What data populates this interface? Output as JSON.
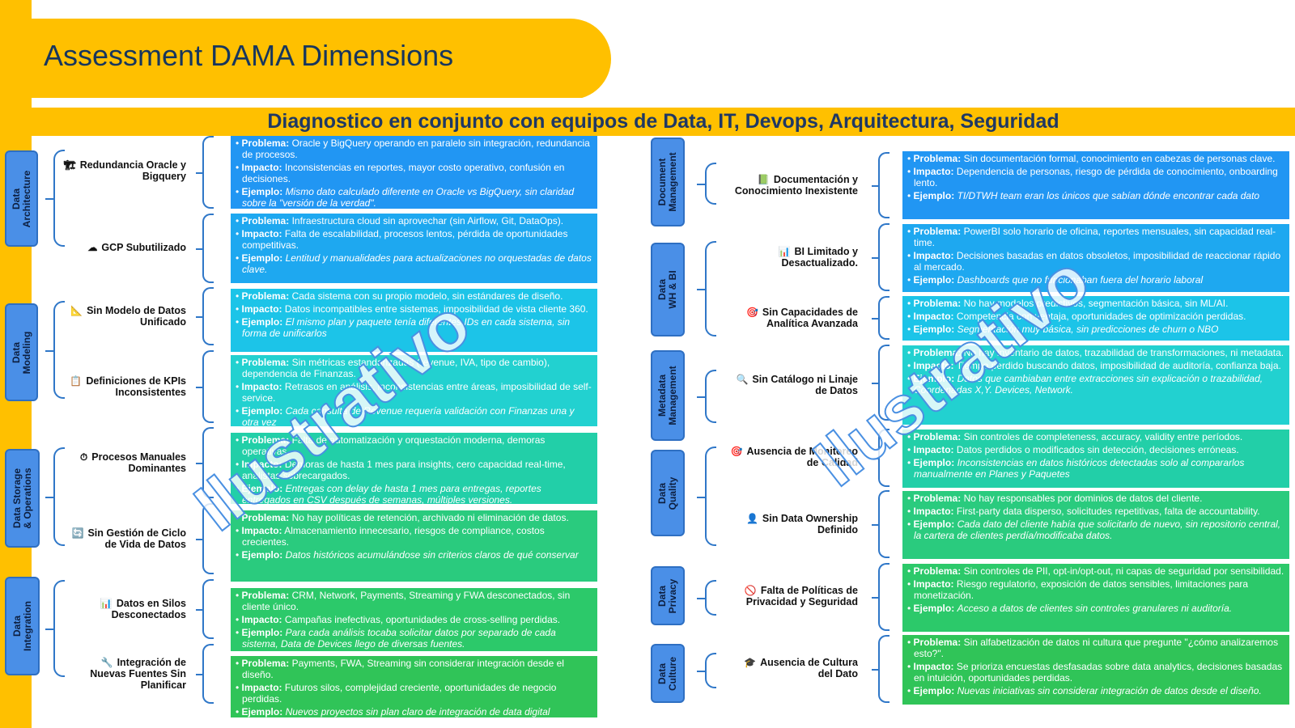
{
  "header": {
    "title": "Assessment DAMA Dimensions",
    "subtitle": "Diagnostico en conjunto con equipos de Data, IT, Devops, Arquitectura, Seguridad"
  },
  "watermark": "Ilustrativo",
  "colors": {
    "accent_yellow": "#FFC000",
    "title_navy": "#17365D",
    "dimension_blue": "#4A8FE7",
    "bracket_blue": "#2F77C8"
  },
  "left": {
    "dimensions": [
      {
        "label": "Data\nArchitecture"
      },
      {
        "label": "Data\nModeling"
      },
      {
        "label": "Data Storage\n& Operations"
      },
      {
        "label": "Data\nIntegration"
      }
    ],
    "issues": [
      {
        "icon": "🏗",
        "title": "Redundancia Oracle y\nBigquery",
        "card_color": "#2196F3",
        "problema": "Oracle y BigQuery operando en paralelo sin integración, redundancia de procesos.",
        "impacto": "Inconsistencias en reportes, mayor costo operativo, confusión en decisiones.",
        "ejemplo": "Mismo dato calculado diferente en Oracle vs BigQuery, sin claridad sobre la \"versión de la verdad\"."
      },
      {
        "icon": "☁",
        "title": "GCP Subutilizado",
        "card_color": "#1EA8F0",
        "problema": "Infraestructura cloud sin aprovechar (sin Airflow, Git, DataOps).",
        "impacto": "Falta de escalabilidad, procesos lentos, pérdida de oportunidades competitivas.",
        "ejemplo": "Lentitud y manualidades para actualizaciones no orquestadas de datos clave."
      },
      {
        "icon": "📐",
        "title": "Sin Modelo de Datos\nUnificado",
        "card_color": "#1CC4E8",
        "problema": "Cada sistema con su propio modelo, sin estándares de diseño.",
        "impacto": "Datos incompatibles entre sistemas, imposibilidad de vista cliente 360.",
        "ejemplo": "El mismo plan y paquete tenía diferentes IDs en cada sistema, sin forma de unificarlos"
      },
      {
        "icon": "📋",
        "title": "Definiciones de KPIs\nInconsistentes",
        "card_color": "#22D1D0",
        "problema": "Sin métricas estandarizadas (revenue, IVA, tipo de cambio), dependencia de Finanzas.",
        "impacto": "Retrasos en análisis, inconsistencias entre áreas, imposibilidad de self-service.",
        "ejemplo": "Cada consulta de Revenue requería validación con Finanzas una y otra vez"
      },
      {
        "icon": "⏱",
        "title": "Procesos Manuales\nDominantes",
        "card_color": "#22CFA8",
        "problema": "Falta de automatización y orquestación moderna, demoras operativas.",
        "impacto": "Demoras de hasta 1 mes para insights, cero capacidad real-time, analistas sobrecargados.",
        "ejemplo": "Entregas con delay de hasta 1 mes para entregas, reportes entregados en CSV después de semanas, múltiples versiones."
      },
      {
        "icon": "🔄",
        "title": "Sin Gestión de Ciclo\nde Vida de Datos",
        "card_color": "#2ACB7E",
        "problema": "No hay políticas de retención, archivado ni eliminación de datos.",
        "impacto": "Almacenamiento innecesario, riesgos de compliance, costos crecientes.",
        "ejemplo": "Datos históricos acumulándose sin criterios claros de qué conservar"
      },
      {
        "icon": "📊",
        "title": "Datos en Silos\nDesconectados",
        "card_color": "#2CC96A",
        "problema": "CRM, Network, Payments, Streaming y FWA desconectados, sin cliente único.",
        "impacto": "Campañas inefectivas, oportunidades de cross-selling perdidas.",
        "ejemplo": "Para cada análisis tocaba solicitar datos por separado de cada sistema, Data de Devices llego de diversas fuentes."
      },
      {
        "icon": "🔧",
        "title": "Integración de\nNuevas Fuentes Sin\nPlanificar",
        "card_color": "#30C458",
        "problema": "Payments, FWA, Streaming sin considerar integración desde el diseño.",
        "impacto": "Futuros silos, complejidad creciente, oportunidades de negocio perdidas.",
        "ejemplo": "Nuevos proyectos sin plan claro de integración de data digital"
      }
    ]
  },
  "right": {
    "dimensions": [
      {
        "label": "Document\nManagement"
      },
      {
        "label": "Data\nWH & BI"
      },
      {
        "label": "Metadata\nManagement"
      },
      {
        "label": "Data\nQuality"
      },
      {
        "label": "Data\nPrivacy"
      },
      {
        "label": "Data\nCulture"
      }
    ],
    "issues": [
      {
        "icon": "📗",
        "title": "Documentación y\nConocimiento Inexistente",
        "card_color": "#2196F3",
        "problema": "Sin documentación formal, conocimiento en cabezas de personas clave.",
        "impacto": "Dependencia de personas, riesgo de pérdida de conocimiento, onboarding lento.",
        "ejemplo": "TI/DTWH team eran los únicos que sabían dónde encontrar cada dato"
      },
      {
        "icon": "📊",
        "title": "BI Limitado y\nDesactualizado.",
        "card_color": "#1EA8F0",
        "problema": "PowerBI solo horario de oficina, reportes mensuales, sin capacidad real-time.",
        "impacto": "Decisiones basadas en datos obsoletos, imposibilidad de reaccionar rápido al mercado.",
        "ejemplo": "Dashboards que no funcionaban fuera del horario laboral"
      },
      {
        "icon": "🎯",
        "title": "Sin Capacidades de\nAnalítica Avanzada",
        "card_color": "#1CC4E8",
        "problema": "No hay modelos predictivos, segmentación básica, sin ML/AI.",
        "impacto": "Competencia con ventaja, oportunidades de optimización perdidas.",
        "ejemplo": "Segmentación muy básica, sin predicciones de churn o NBO"
      },
      {
        "icon": "🔍",
        "title": "Sin Catálogo ni Linaje\nde Datos",
        "card_color": "#22D1D0",
        "problema": "No hay inventario de datos, trazabilidad de transformaciones, ni metadata.",
        "impacto": "Tiempo perdido buscando datos, imposibilidad de auditoría, confianza baja.",
        "ejemplo": "Datos que cambiaban entre extracciones sin explicación o trazabilidad, Coordenadas X,Y. Devices, Network."
      },
      {
        "icon": "🎯",
        "title": "Ausencia de Monitoreo\nde Calidad",
        "card_color": "#22CFA8",
        "problema": "Sin controles de completeness, accuracy, validity entre períodos.",
        "impacto": "Datos perdidos o modificados sin detección, decisiones erróneas.",
        "ejemplo": "Inconsistencias en datos históricos detectadas solo al compararlos manualmente en Planes y Paquetes"
      },
      {
        "icon": "👤",
        "title": "Sin Data Ownership\nDefinido",
        "card_color": "#2ACB7E",
        "problema": "No hay responsables por dominios de datos del cliente.",
        "impacto": "First-party data disperso, solicitudes repetitivas, falta de accountability.",
        "ejemplo": "Cada dato del cliente había que solicitarlo de nuevo, sin repositorio central, la cartera de clientes perdía/modificaba datos."
      },
      {
        "icon": "🚫",
        "title": "Falta de Políticas de\nPrivacidad y Seguridad",
        "card_color": "#2CC96A",
        "problema": "Sin controles de PII, opt-in/opt-out, ni capas de seguridad por sensibilidad.",
        "impacto": "Riesgo regulatorio, exposición de datos sensibles, limitaciones para monetización.",
        "ejemplo": "Acceso a datos de clientes sin controles granulares ni auditoría."
      },
      {
        "icon": "🎓",
        "title": "Ausencia de Cultura\ndel Dato",
        "card_color": "#30C458",
        "problema": "Sin alfabetización de datos ni cultura que pregunte \"¿cómo analizaremos esto?\".",
        "impacto": "Se prioriza encuestas desfasadas sobre data analytics, decisiones basadas en intuición, oportunidades perdidas.",
        "ejemplo": "Nuevas iniciativas sin considerar integración de datos desde el diseño."
      }
    ]
  },
  "labels": {
    "problema": "Problema:",
    "impacto": "Impacto:",
    "ejemplo": "Ejemplo:"
  }
}
